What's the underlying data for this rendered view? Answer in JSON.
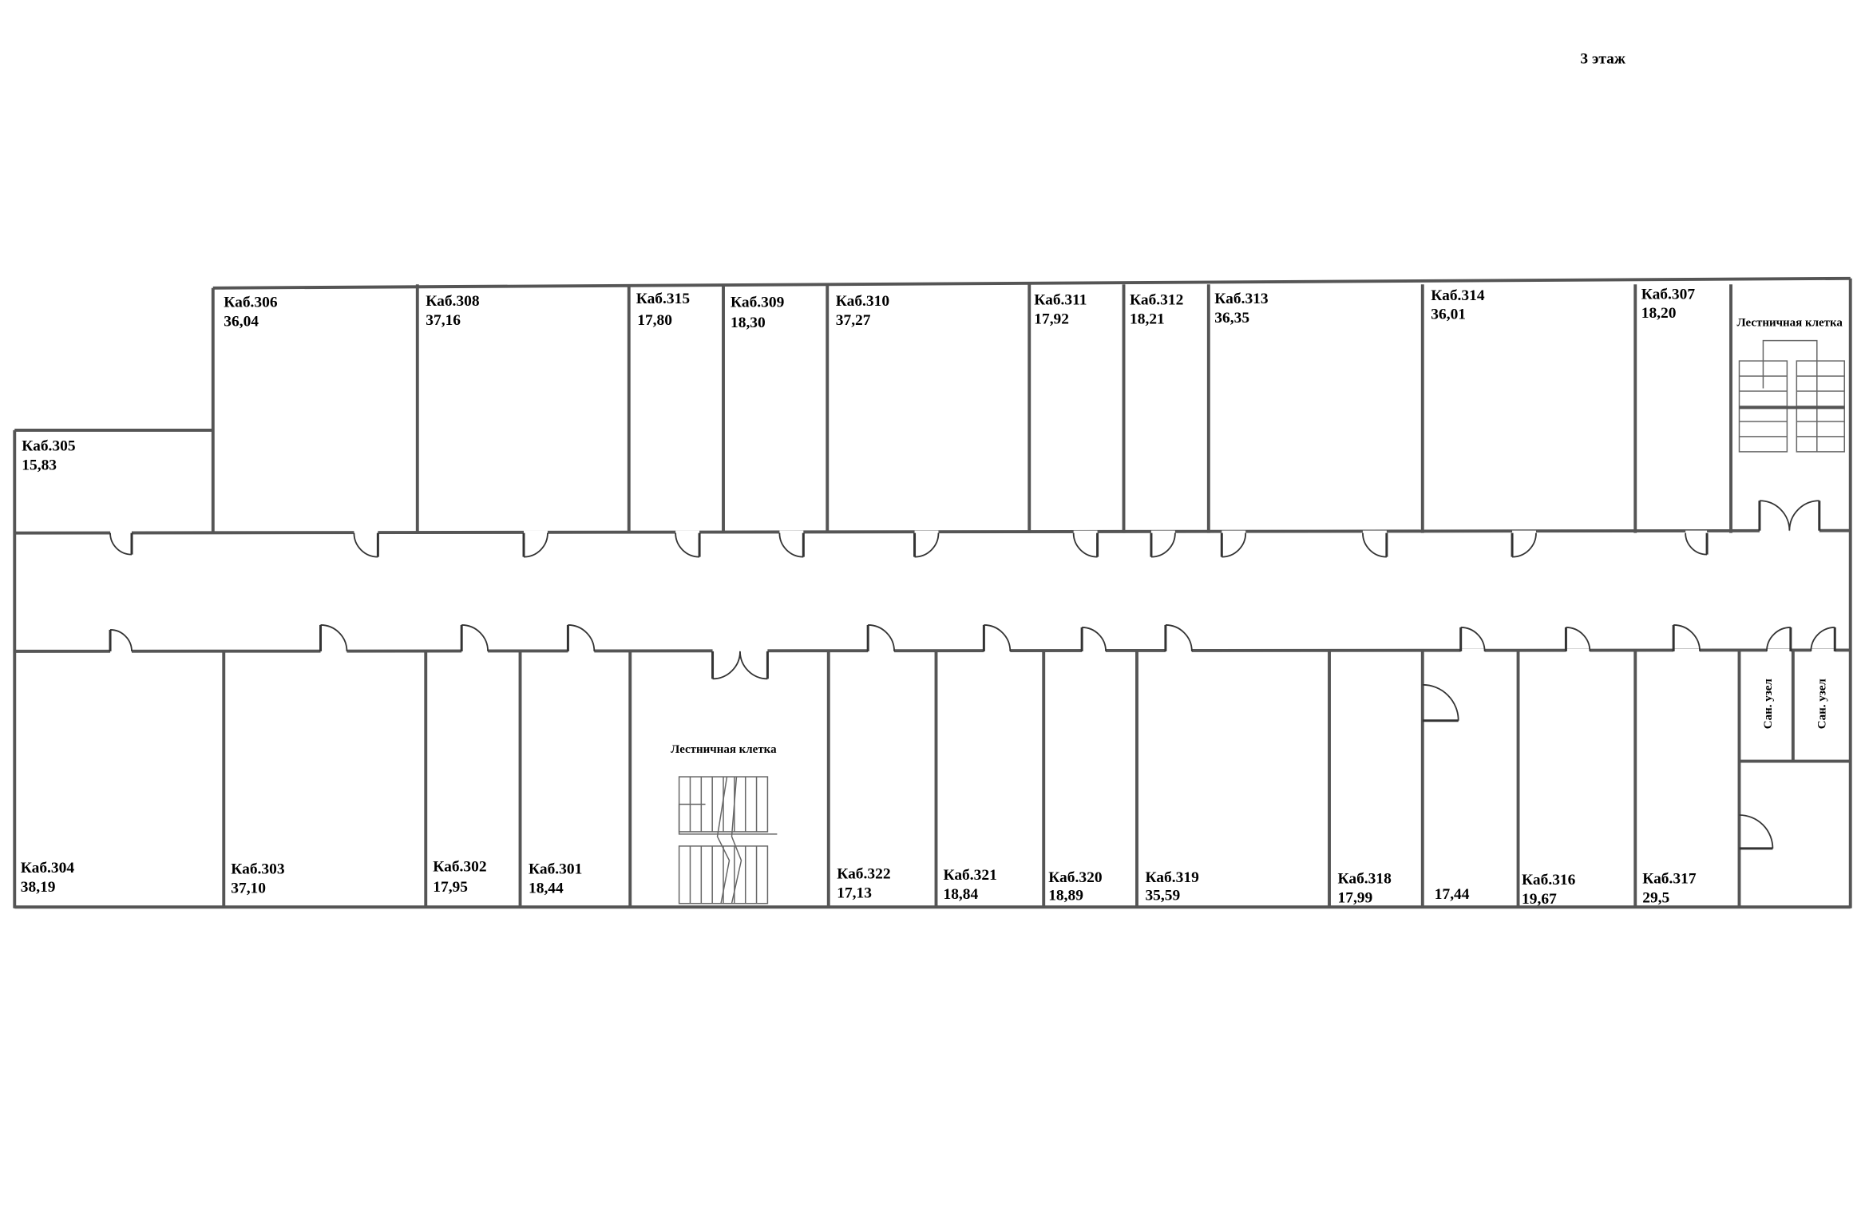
{
  "floor_title": "3 этаж",
  "top_rooms": [
    {
      "name": "Каб.305",
      "area": "15,83"
    },
    {
      "name": "Каб.306",
      "area": "36,04"
    },
    {
      "name": "Каб.308",
      "area": "37,16"
    },
    {
      "name": "Каб.315",
      "area": "17,80"
    },
    {
      "name": "Каб.309",
      "area": "18,30"
    },
    {
      "name": "Каб.310",
      "area": "37,27"
    },
    {
      "name": "Каб.311",
      "area": "17,92"
    },
    {
      "name": "Каб.312",
      "area": "18,21"
    },
    {
      "name": "Каб.313",
      "area": "36,35"
    },
    {
      "name": "Каб.314",
      "area": "36,01"
    },
    {
      "name": "Каб.307",
      "area": "18,20"
    }
  ],
  "bottom_rooms": [
    {
      "name": "Каб.304",
      "area": "38,19"
    },
    {
      "name": "Каб.303",
      "area": "37,10"
    },
    {
      "name": "Каб.302",
      "area": "17,95"
    },
    {
      "name": "Каб.301",
      "area": "18,44"
    },
    {
      "name": "Каб.322",
      "area": "17,13"
    },
    {
      "name": "Каб.321",
      "area": "18,84"
    },
    {
      "name": "Каб.320",
      "area": "18,89"
    },
    {
      "name": "Каб.319",
      "area": "35,59"
    },
    {
      "name": "Каб.318",
      "area": "17,99"
    },
    {
      "name": "",
      "area": "17,44"
    },
    {
      "name": "Каб.316",
      "area": "19,67"
    },
    {
      "name": "Каб.317",
      "area": "29,5"
    }
  ],
  "stairwell_label": "Лестничная клетка",
  "wc_label": "Сан. узел"
}
